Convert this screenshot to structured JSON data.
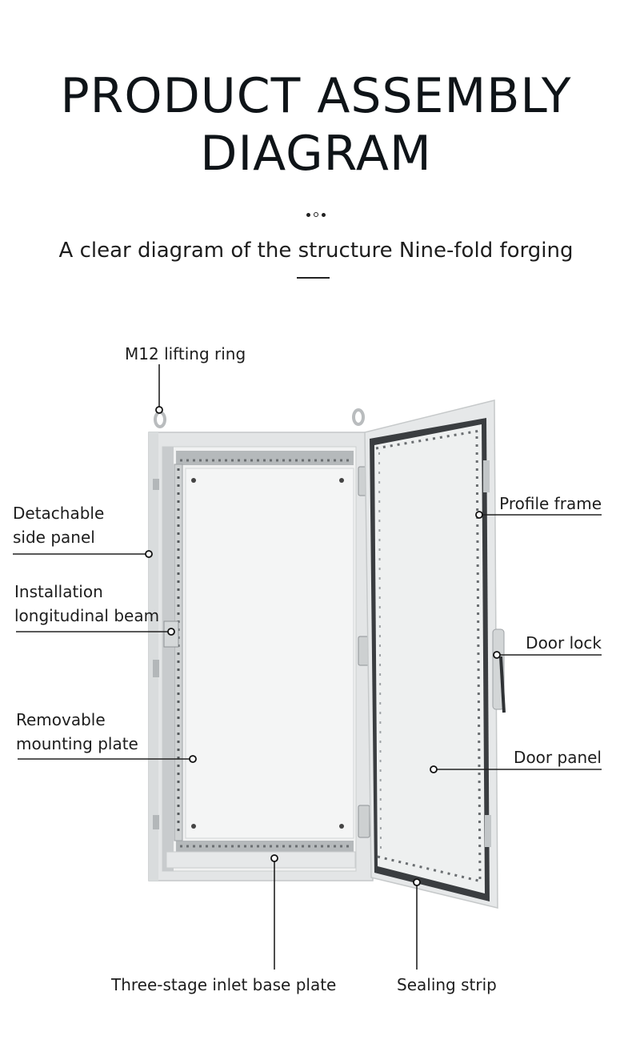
{
  "header": {
    "title_line1": "PRODUCT ASSEMBLY",
    "title_line2": "DIAGRAM",
    "subtitle": "A clear diagram of the structure Nine-fold forging"
  },
  "labels": {
    "lifting_ring": "M12 lifting ring",
    "side_panel_line1": "Detachable",
    "side_panel_line2": "side panel",
    "beam_line1": "Installation",
    "beam_line2": "longitudinal beam",
    "mounting_plate_line1": "Removable",
    "mounting_plate_line2": "mounting plate",
    "profile_frame": "Profile frame",
    "door_lock": "Door lock",
    "door_panel": "Door panel",
    "base_plate": "Three-stage inlet base plate",
    "sealing_strip": "Sealing strip"
  },
  "colors": {
    "text": "#1d1d1d",
    "title": "#0f1418",
    "cabinet": "#e9eaea",
    "cabinet_shadow": "#cfd2d3",
    "seal": "#3a3d40"
  }
}
